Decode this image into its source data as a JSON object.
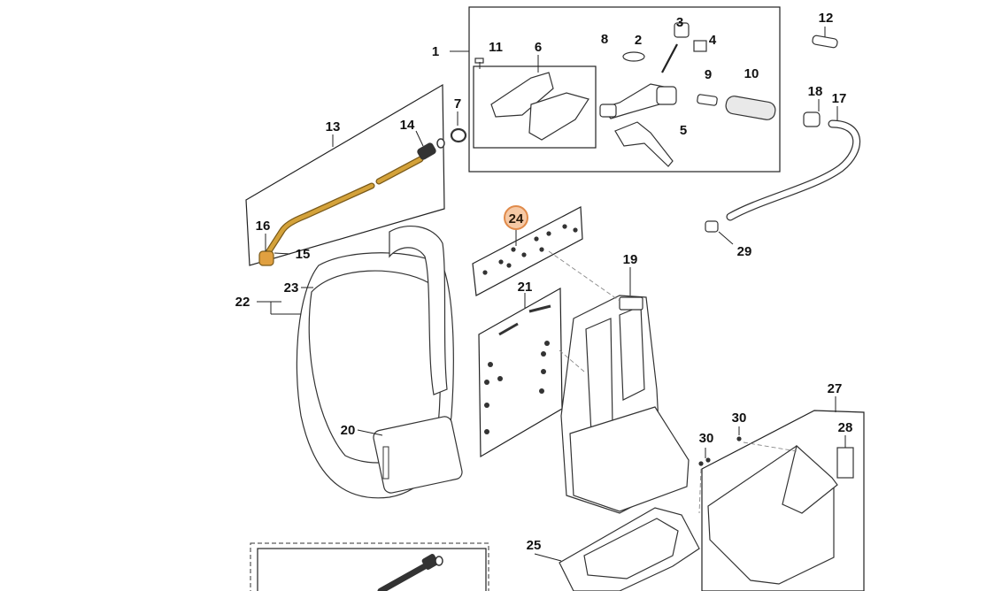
{
  "diagram": {
    "highlight_color": "#f6c9a5",
    "highlight_stroke": "#e08a4a",
    "wand_color": "#d4a23a",
    "callouts": [
      "1",
      "2",
      "3",
      "4",
      "5",
      "6",
      "7",
      "8",
      "9",
      "10",
      "11",
      "12",
      "13",
      "14",
      "15",
      "16",
      "17",
      "18",
      "19",
      "20",
      "21",
      "22",
      "23",
      "24",
      "25",
      "27",
      "28",
      "29",
      "30",
      "30"
    ]
  }
}
